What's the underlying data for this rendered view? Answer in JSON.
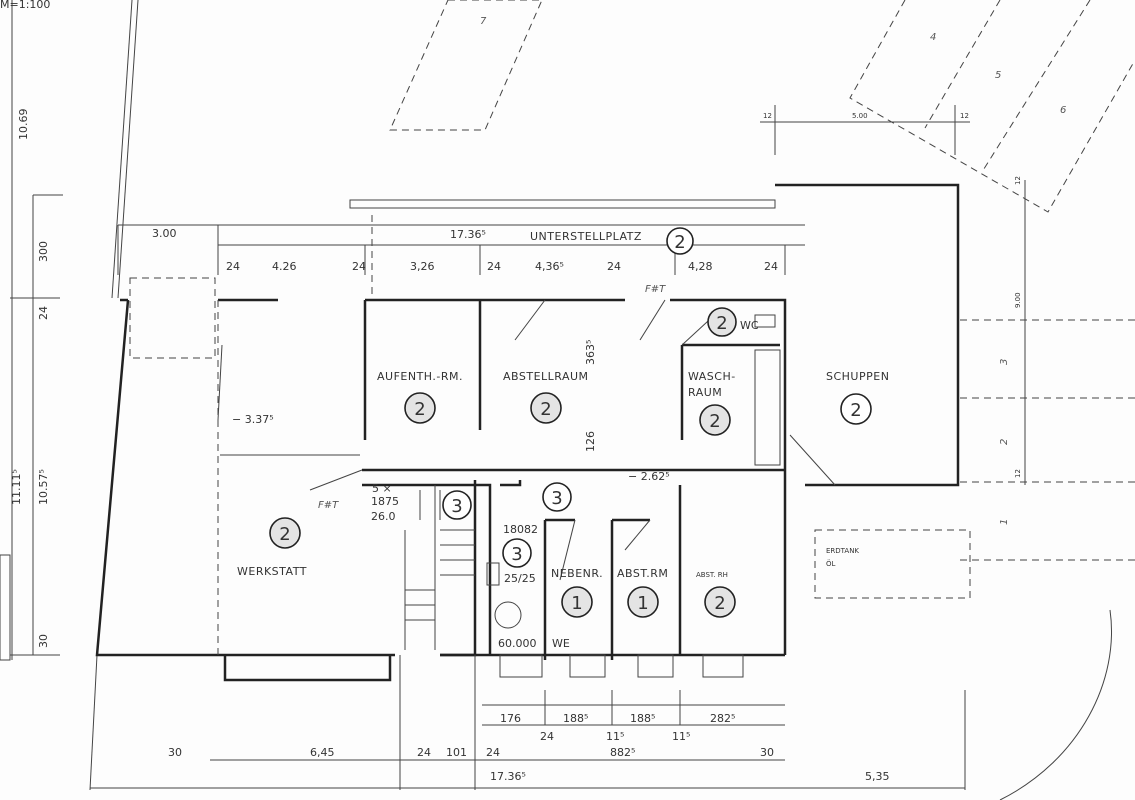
{
  "scale": "M=1:100",
  "parking": {
    "spaces": [
      "7",
      "4",
      "5",
      "6",
      "3",
      "2",
      "1"
    ],
    "width": "5.00",
    "depth": "9.00",
    "margins": [
      "12",
      "12",
      "12",
      "12"
    ]
  },
  "top_dims": {
    "left": "3.00",
    "total": "17.36⁵",
    "area_label": "UNTERSTELLPLATZ",
    "area_category": "2",
    "segments": [
      "24",
      "4.26",
      "24",
      "3,26",
      "24",
      "4,36⁵",
      "24",
      "4,28",
      "24"
    ]
  },
  "left_dims": {
    "total": "10.69",
    "upper": "300",
    "wall": "24",
    "outer": "11.11⁵",
    "inner": "10.57⁵",
    "bottom": "30"
  },
  "rooms": {
    "aufenthaltsraum": {
      "label": "AUFENTH.-RM.",
      "category": "2"
    },
    "abstellraum": {
      "label": "ABSTELLRAUM",
      "category": "2"
    },
    "waschraum": {
      "label_1": "WASCH-",
      "label_2": "RAUM",
      "category": "2"
    },
    "wc": {
      "label": "WC",
      "category": "2"
    },
    "schuppen": {
      "label": "SCHUPPEN",
      "category": "2"
    },
    "werkstatt": {
      "label": "WERKSTATT",
      "category": "2"
    },
    "treppe": {
      "category": "3",
      "steps": "5 ×",
      "rise": "1875",
      "tread": "26.0"
    },
    "flur": {
      "category": "3"
    },
    "heizung": {
      "category": "3",
      "code": "18082",
      "flue": "25/25",
      "capacity": "60.000",
      "we": "WE"
    },
    "nebenraum": {
      "label": "NEBENR.",
      "category": "1"
    },
    "abstellraum_2": {
      "label": "ABST.RM",
      "category": "1"
    },
    "abstellraum_3": {
      "label": "ABST. RH",
      "category": "2"
    },
    "erdtank": {
      "label_1": "ERDTANK",
      "label_2": "ÖL"
    }
  },
  "levels": {
    "werkstatt": "− 3.37⁵",
    "flur": "− 2.62⁵",
    "height_1": "363⁵",
    "height_2": "126",
    "fht": "F#T"
  },
  "bottom_dims": {
    "row1": [
      "176",
      "188⁵",
      "188⁵",
      "282⁵"
    ],
    "row2": [
      "24",
      "11⁵",
      "11⁵"
    ],
    "row3": [
      "30",
      "6,45",
      "24",
      "101",
      "24",
      "882⁵",
      "30"
    ],
    "row4": [
      "17.36⁵",
      "5,35"
    ]
  }
}
